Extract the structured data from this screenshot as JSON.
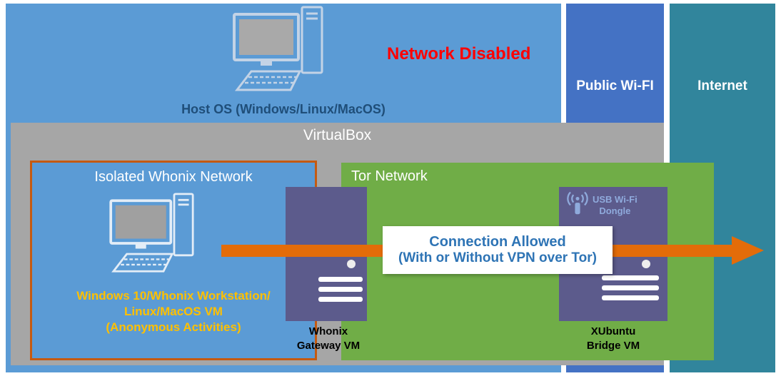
{
  "regions": {
    "host_os": {
      "caption": "Host OS (Windows/Linux/MacOS)",
      "status": "Network Disabled"
    },
    "public_wifi": {
      "label": "Public Wi-FI"
    },
    "internet": {
      "label": "Internet"
    },
    "virtualbox": {
      "label": "VirtualBox"
    },
    "isolated_whonix": {
      "title": "Isolated Whonix Network",
      "workstation": {
        "line1": "Windows 10/Whonix Workstation/",
        "line2": "Linux/MacOS VM",
        "line3": "(Anonymous Activities)"
      }
    },
    "tor": {
      "title": "Tor Network"
    },
    "gateway_vm": {
      "line1": "Whonix",
      "line2": "Gateway VM"
    },
    "bridge_vm": {
      "line1": "XUbuntu",
      "line2": "Bridge VM",
      "dongle": {
        "line1": "USB Wi-Fi",
        "line2": "Dongle"
      }
    },
    "connection": {
      "line1": "Connection Allowed",
      "line2": "(With or Without VPN over Tor)"
    }
  },
  "icons": {
    "host_computer": "desktop-computer-icon",
    "workstation_computer": "desktop-computer-icon",
    "wifi_dongle": "wifi-signal-dongle-icon"
  },
  "colors": {
    "host_bg": "#5B9BD5",
    "wifi_bg": "#4472C4",
    "internet_bg": "#31859C",
    "vbox_bg": "#A6A6A6",
    "tor_bg": "#70AD47",
    "vm_bg": "#5C5B8C",
    "arrow_color": "#E36C09",
    "isolated_border": "#C55A11",
    "workstation_text": "#FFC000",
    "network_disabled_text": "#FF0000",
    "host_label_text": "#1F4E79",
    "connection_text": "#2E74B5",
    "dongle_text": "#8FAADC"
  }
}
